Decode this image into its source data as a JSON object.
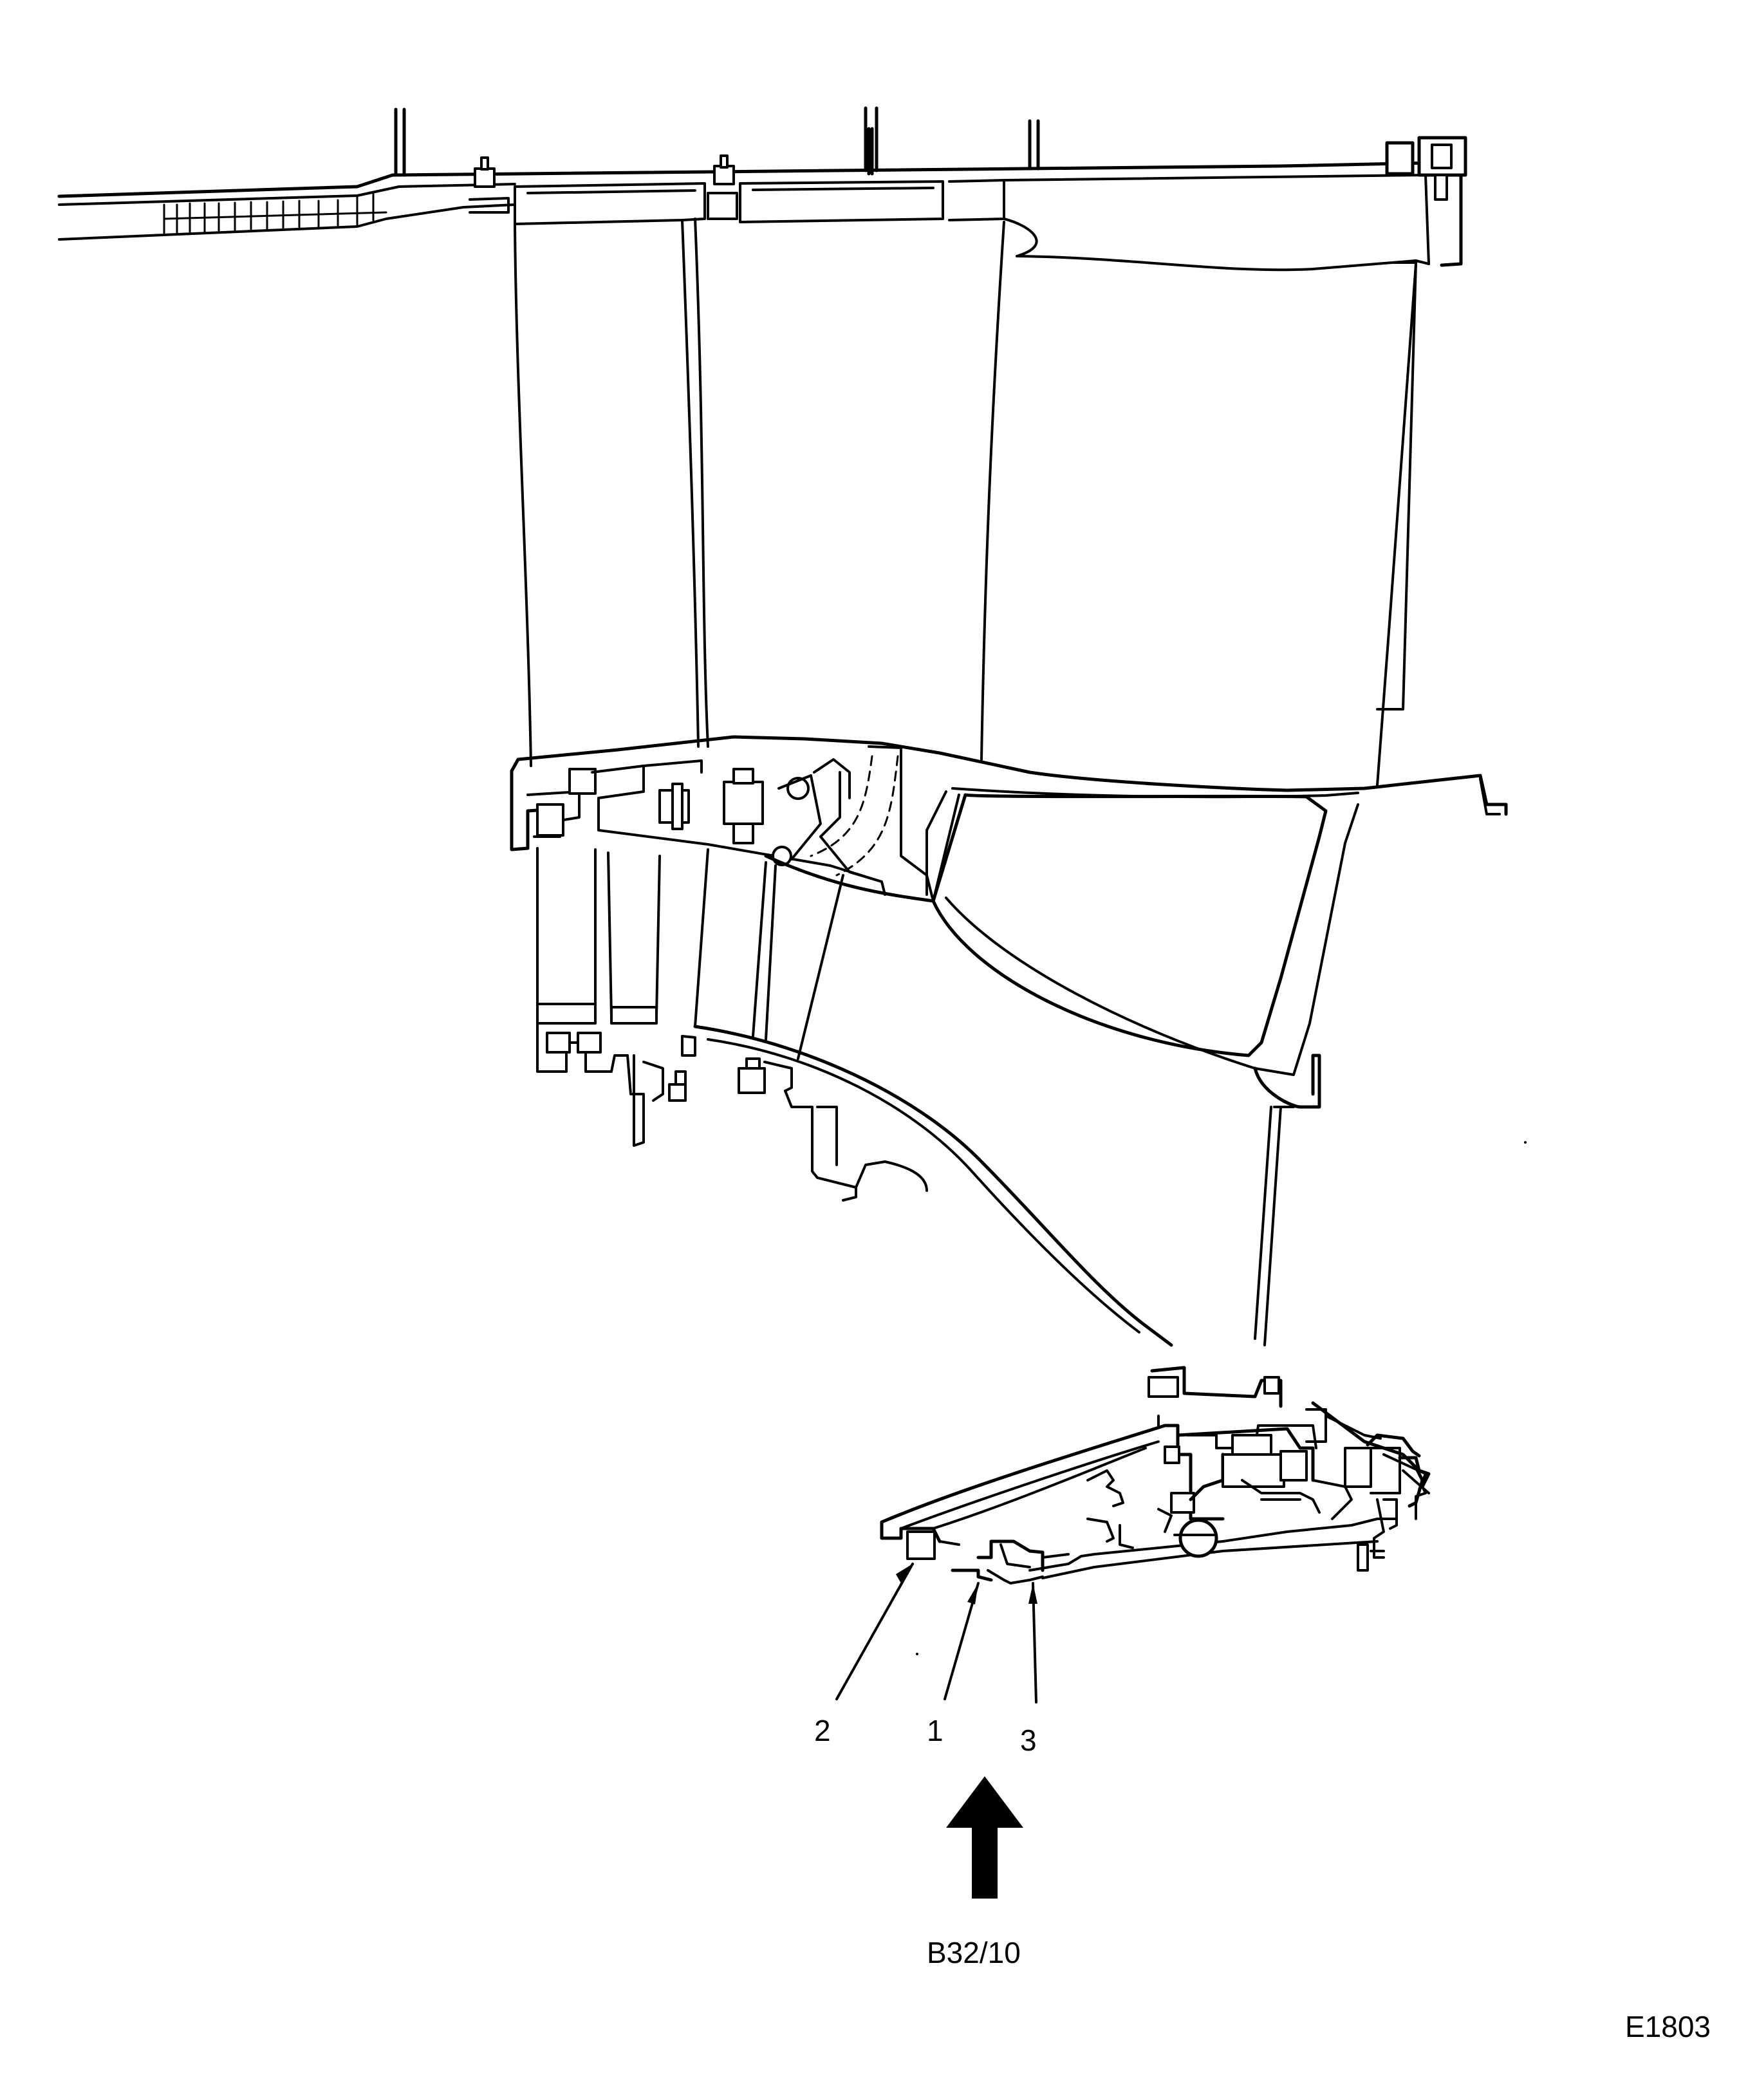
{
  "callouts": [
    {
      "id": "1",
      "text": "1"
    },
    {
      "id": "2",
      "text": "2"
    },
    {
      "id": "3",
      "text": "3"
    }
  ],
  "view_reference": "B32/10",
  "figure_id": "E1803"
}
